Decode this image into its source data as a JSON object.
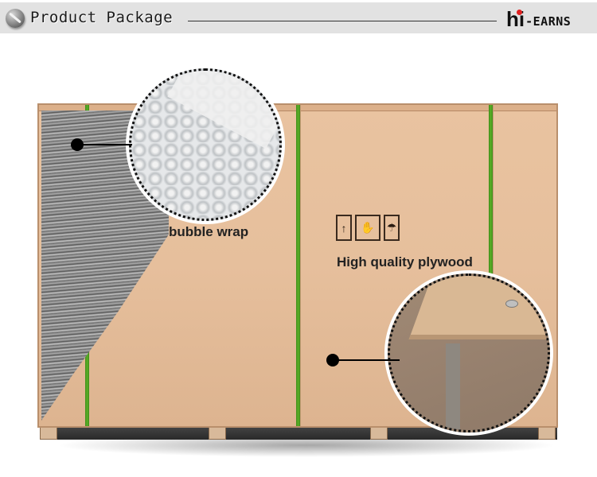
{
  "header": {
    "title": "Product Package",
    "brand": {
      "prefix": "hi",
      "suffix": "-EARNS",
      "accent_color": "#e02020"
    }
  },
  "callouts": {
    "bubble_wrap": "bubble wrap",
    "plywood": "High quality plywood"
  },
  "handling_symbols": [
    {
      "name": "this-way-up",
      "glyph": "↑"
    },
    {
      "name": "handle-with-care",
      "glyph": "✋"
    },
    {
      "name": "keep-dry",
      "glyph": "☂"
    }
  ],
  "colors": {
    "header_bg": "#e2e2e2",
    "plywood": "#e6bf9c",
    "strap_green": "#5cb128"
  }
}
